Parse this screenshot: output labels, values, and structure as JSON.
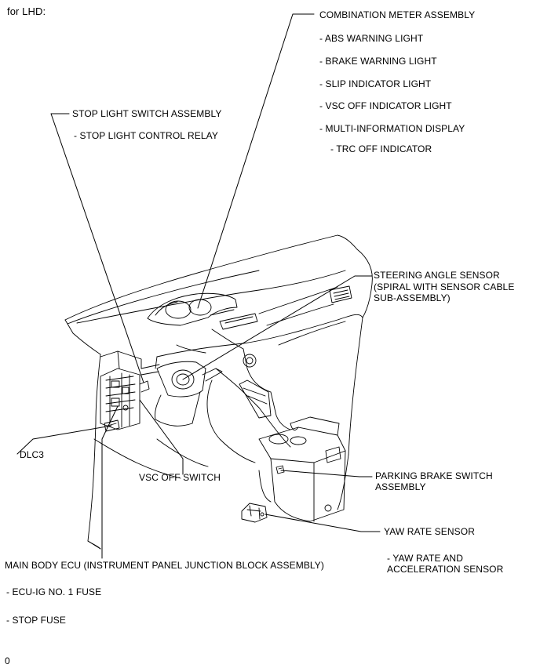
{
  "caption": "for LHD:",
  "footer_mark": "0",
  "labels": {
    "combination_meter": {
      "title": "COMBINATION METER ASSEMBLY",
      "items": [
        "- ABS WARNING LIGHT",
        "- BRAKE WARNING LIGHT",
        "- SLIP INDICATOR LIGHT",
        "- VSC OFF INDICATOR LIGHT",
        "- MULTI-INFORMATION DISPLAY"
      ],
      "sub_item": "- TRC OFF INDICATOR"
    },
    "stop_light_switch": {
      "title": "STOP LIGHT SWITCH ASSEMBLY",
      "items": [
        "- STOP LIGHT CONTROL RELAY"
      ]
    },
    "steering_angle_sensor": {
      "text": "STEERING ANGLE SENSOR\n(SPIRAL WITH SENSOR CABLE\nSUB-ASSEMBLY)"
    },
    "dlc3": {
      "text": "DLC3"
    },
    "vsc_off_switch": {
      "text": "VSC OFF SWITCH"
    },
    "parking_brake_switch": {
      "text": "PARKING BRAKE SWITCH\nASSEMBLY"
    },
    "yaw_rate_sensor": {
      "title": "YAW RATE SENSOR",
      "items": [
        "- YAW RATE AND\nACCELERATION SENSOR"
      ]
    },
    "main_body_ecu": {
      "title": "MAIN BODY ECU (INSTRUMENT PANEL JUNCTION BLOCK ASSEMBLY)",
      "items": [
        "- ECU-IG NO. 1 FUSE",
        "- STOP FUSE"
      ]
    }
  }
}
